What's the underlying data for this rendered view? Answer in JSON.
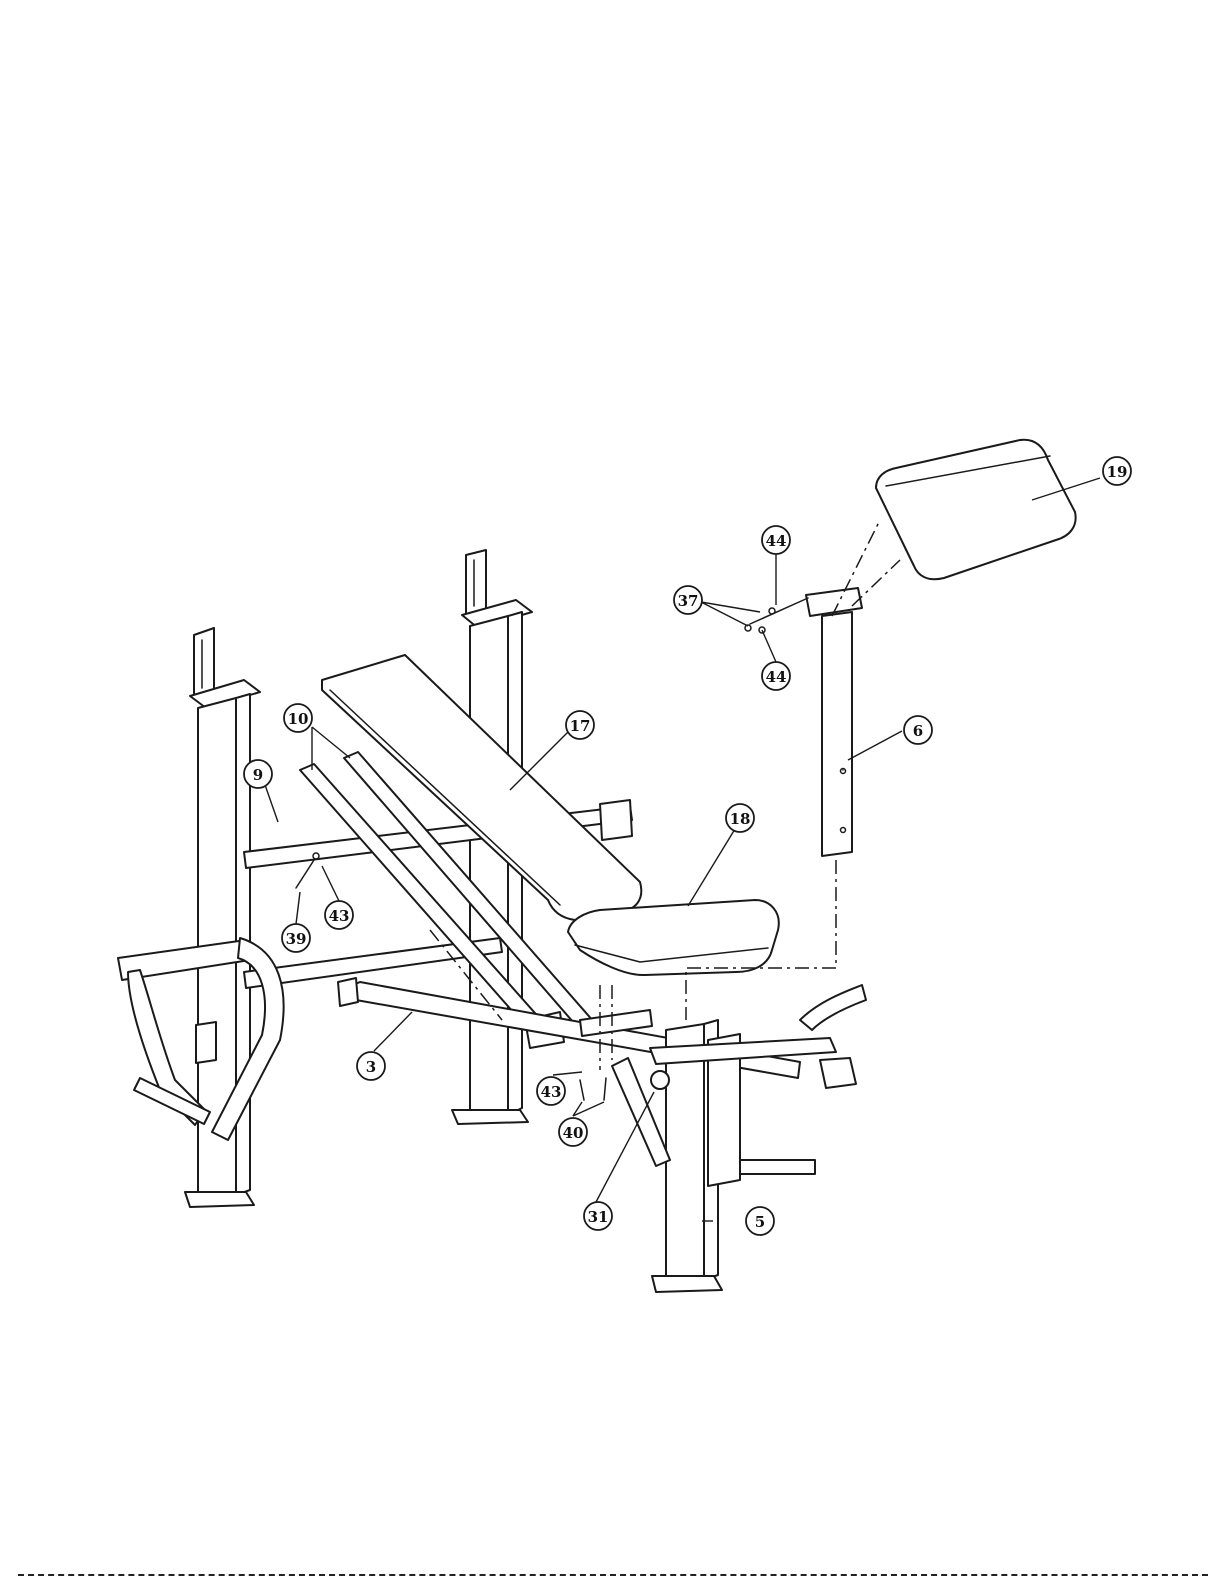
{
  "colors": {
    "ink": "#1a1a1a",
    "paper": "#ffffff"
  },
  "callouts": [
    {
      "id": "c19",
      "label": "19"
    },
    {
      "id": "c44a",
      "label": "44"
    },
    {
      "id": "c37",
      "label": "37"
    },
    {
      "id": "c44b",
      "label": "44"
    },
    {
      "id": "c6",
      "label": "6"
    },
    {
      "id": "c10",
      "label": "10"
    },
    {
      "id": "c17",
      "label": "17"
    },
    {
      "id": "c9",
      "label": "9"
    },
    {
      "id": "c18",
      "label": "18"
    },
    {
      "id": "c39",
      "label": "39"
    },
    {
      "id": "c43a",
      "label": "43"
    },
    {
      "id": "c3",
      "label": "3"
    },
    {
      "id": "c43b",
      "label": "43"
    },
    {
      "id": "c40",
      "label": "40"
    },
    {
      "id": "c31",
      "label": "31"
    },
    {
      "id": "c5",
      "label": "5"
    }
  ]
}
